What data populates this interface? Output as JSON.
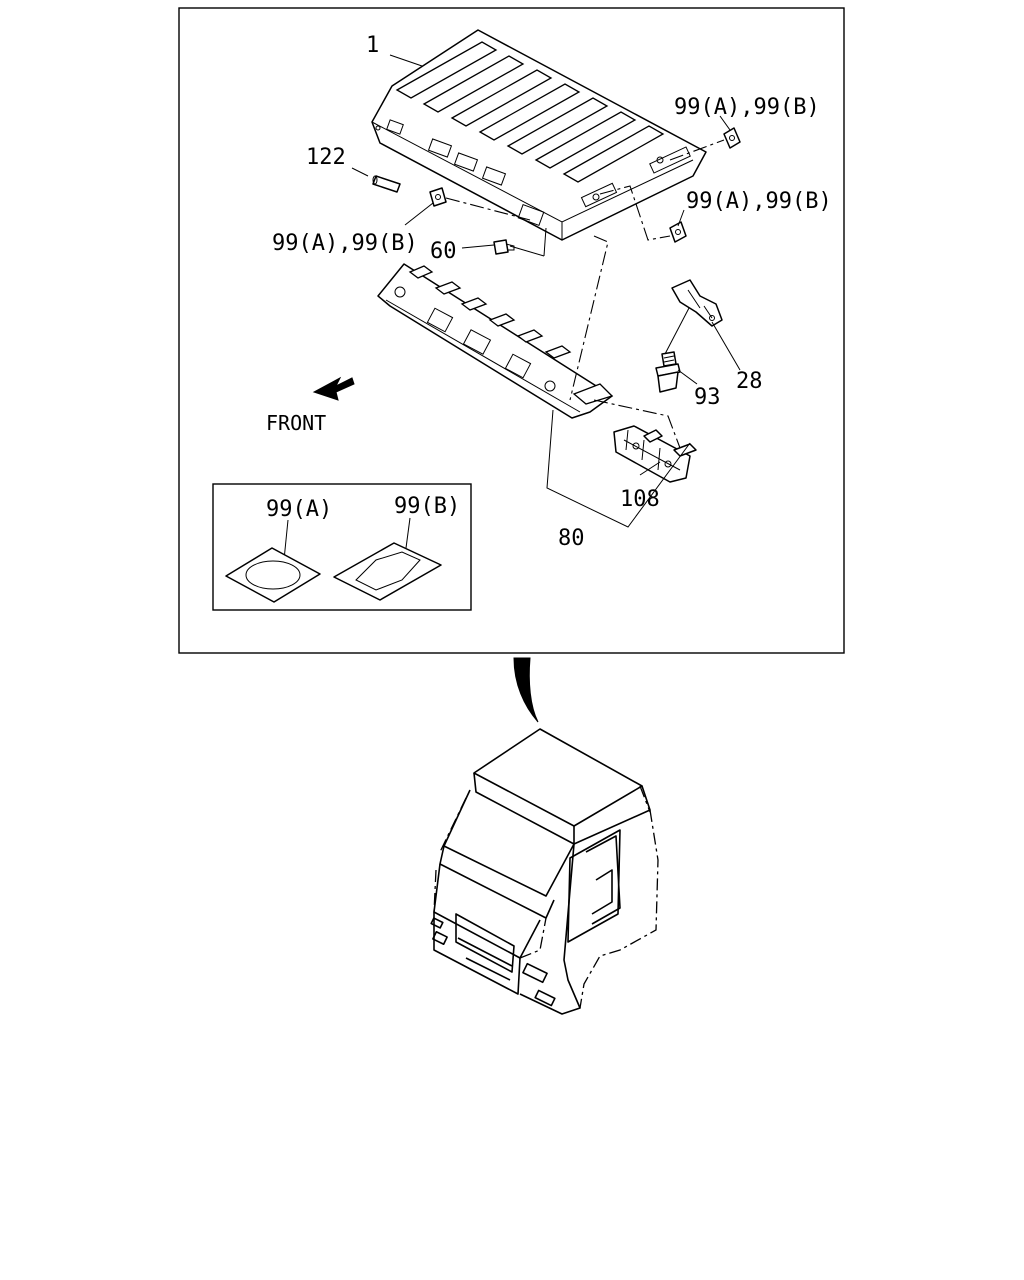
{
  "callouts": {
    "p1": "1",
    "p122": "122",
    "p99_topright": "99(A),99(B)",
    "p99_right": "99(A),99(B)",
    "p99_left": "99(A),99(B)",
    "p60": "60",
    "p28": "28",
    "p93": "93",
    "p108": "108",
    "p80": "80"
  },
  "front_label": "FRONT",
  "legend": {
    "a_label": "99(A)",
    "b_label": "99(B)"
  }
}
